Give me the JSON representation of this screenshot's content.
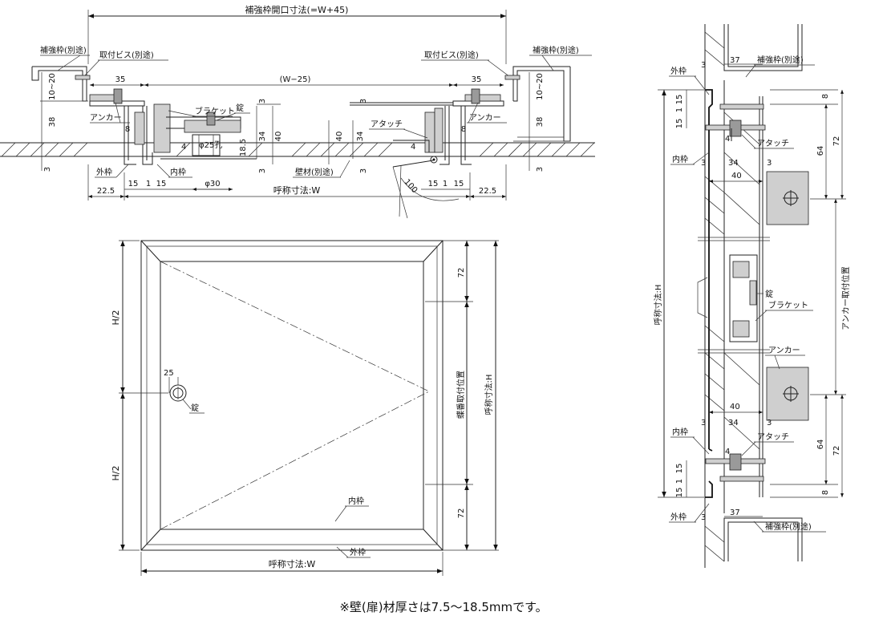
{
  "note": "※壁(扉)材厚さは7.5〜18.5mmです。",
  "section": {
    "opening_label": "補強枠開口寸法(=W+45)",
    "reinforce_left": "補強枠(別途)",
    "reinforce_right": "補強枠(別途)",
    "screw_left": "取付ビス(別途)",
    "screw_right": "取付ビス(別途)",
    "dim_35_left": "35",
    "dim_35_right": "35",
    "dim_w25": "(W−25)",
    "dim_1020_left": "10~20",
    "dim_1020_right": "10~20",
    "dim_38_left": "38",
    "dim_38_right": "38",
    "dim_3_a": "3",
    "dim_3_b": "3",
    "dim_3_c": "3",
    "dim_3_d": "3",
    "dim_3_e": "3",
    "dim_3_f": "3",
    "anchor_left": "アンカー",
    "anchor_right": "アンカー",
    "bracket": "ブラケット",
    "lock": "錠",
    "attach": "アタッチ",
    "dim_8_left": "8",
    "dim_8_right": "8",
    "dim_4_left": "4",
    "dim_4_right": "4",
    "hole25": "φ25孔",
    "dim_185": "18.5",
    "dim_34_a": "34",
    "dim_34_b": "34",
    "dim_40_a": "40",
    "dim_40_b": "40",
    "outer": "外枠",
    "inner": "内枠",
    "wall": "壁材(別途)",
    "dim_225_left": "22.5",
    "dim_225_right": "22.5",
    "dim_15_a": "15",
    "dim_1_a": "1",
    "dim_15_b": "15",
    "dim_phi30": "φ30",
    "nominal_w": "呼称寸法:W",
    "dim_15_c": "15",
    "dim_1_b": "1",
    "dim_15_d": "15",
    "dim_100": "100"
  },
  "front": {
    "h2_top": "H/2",
    "h2_bottom": "H/2",
    "dim_72_top": "72",
    "dim_72_bottom": "72",
    "hinge_pos": "蝶番取付位置",
    "nominal_h": "呼称寸法:H",
    "dim_25": "25",
    "lock": "錠",
    "inner": "内枠",
    "outer": "外枠",
    "nominal_w": "呼称寸法:W"
  },
  "side": {
    "outer_top": "外枠",
    "dim_3_top": "3",
    "dim_37_top": "37",
    "reinforce_top": "補強枠(別途)",
    "dim_8_top": "8",
    "dim_1_top": "1",
    "dim_15_top1": "15",
    "dim_15_top2": "15",
    "dim_4_top": "4",
    "attach_top": "アタッチ",
    "dim_64_top": "64",
    "dim_72_top": "72",
    "inner_top": "内枠",
    "dim_3_a": "3",
    "dim_34_top": "34",
    "dim_3_b": "3",
    "dim_40_top": "40",
    "nominal_h": "呼称寸法:H",
    "anchor_pos": "アンカー取付位置",
    "lock": "錠",
    "bracket": "ブラケット",
    "anchor": "アンカー",
    "dim_40_bottom": "40",
    "dim_3_c": "3",
    "dim_34_bottom": "34",
    "dim_3_d": "3",
    "inner_bottom": "内枠",
    "attach_bottom": "アタッチ",
    "dim_4_bottom": "4",
    "dim_64_bottom": "64",
    "dim_72_bottom": "72",
    "dim_1_bottom": "1",
    "dim_15_bot1": "15",
    "dim_15_bot2": "15",
    "dim_8_bottom": "8",
    "outer_bottom": "外枠",
    "dim_3_bottom": "3",
    "dim_37_bottom": "37",
    "reinforce_bottom": "補強枠(別途)"
  }
}
